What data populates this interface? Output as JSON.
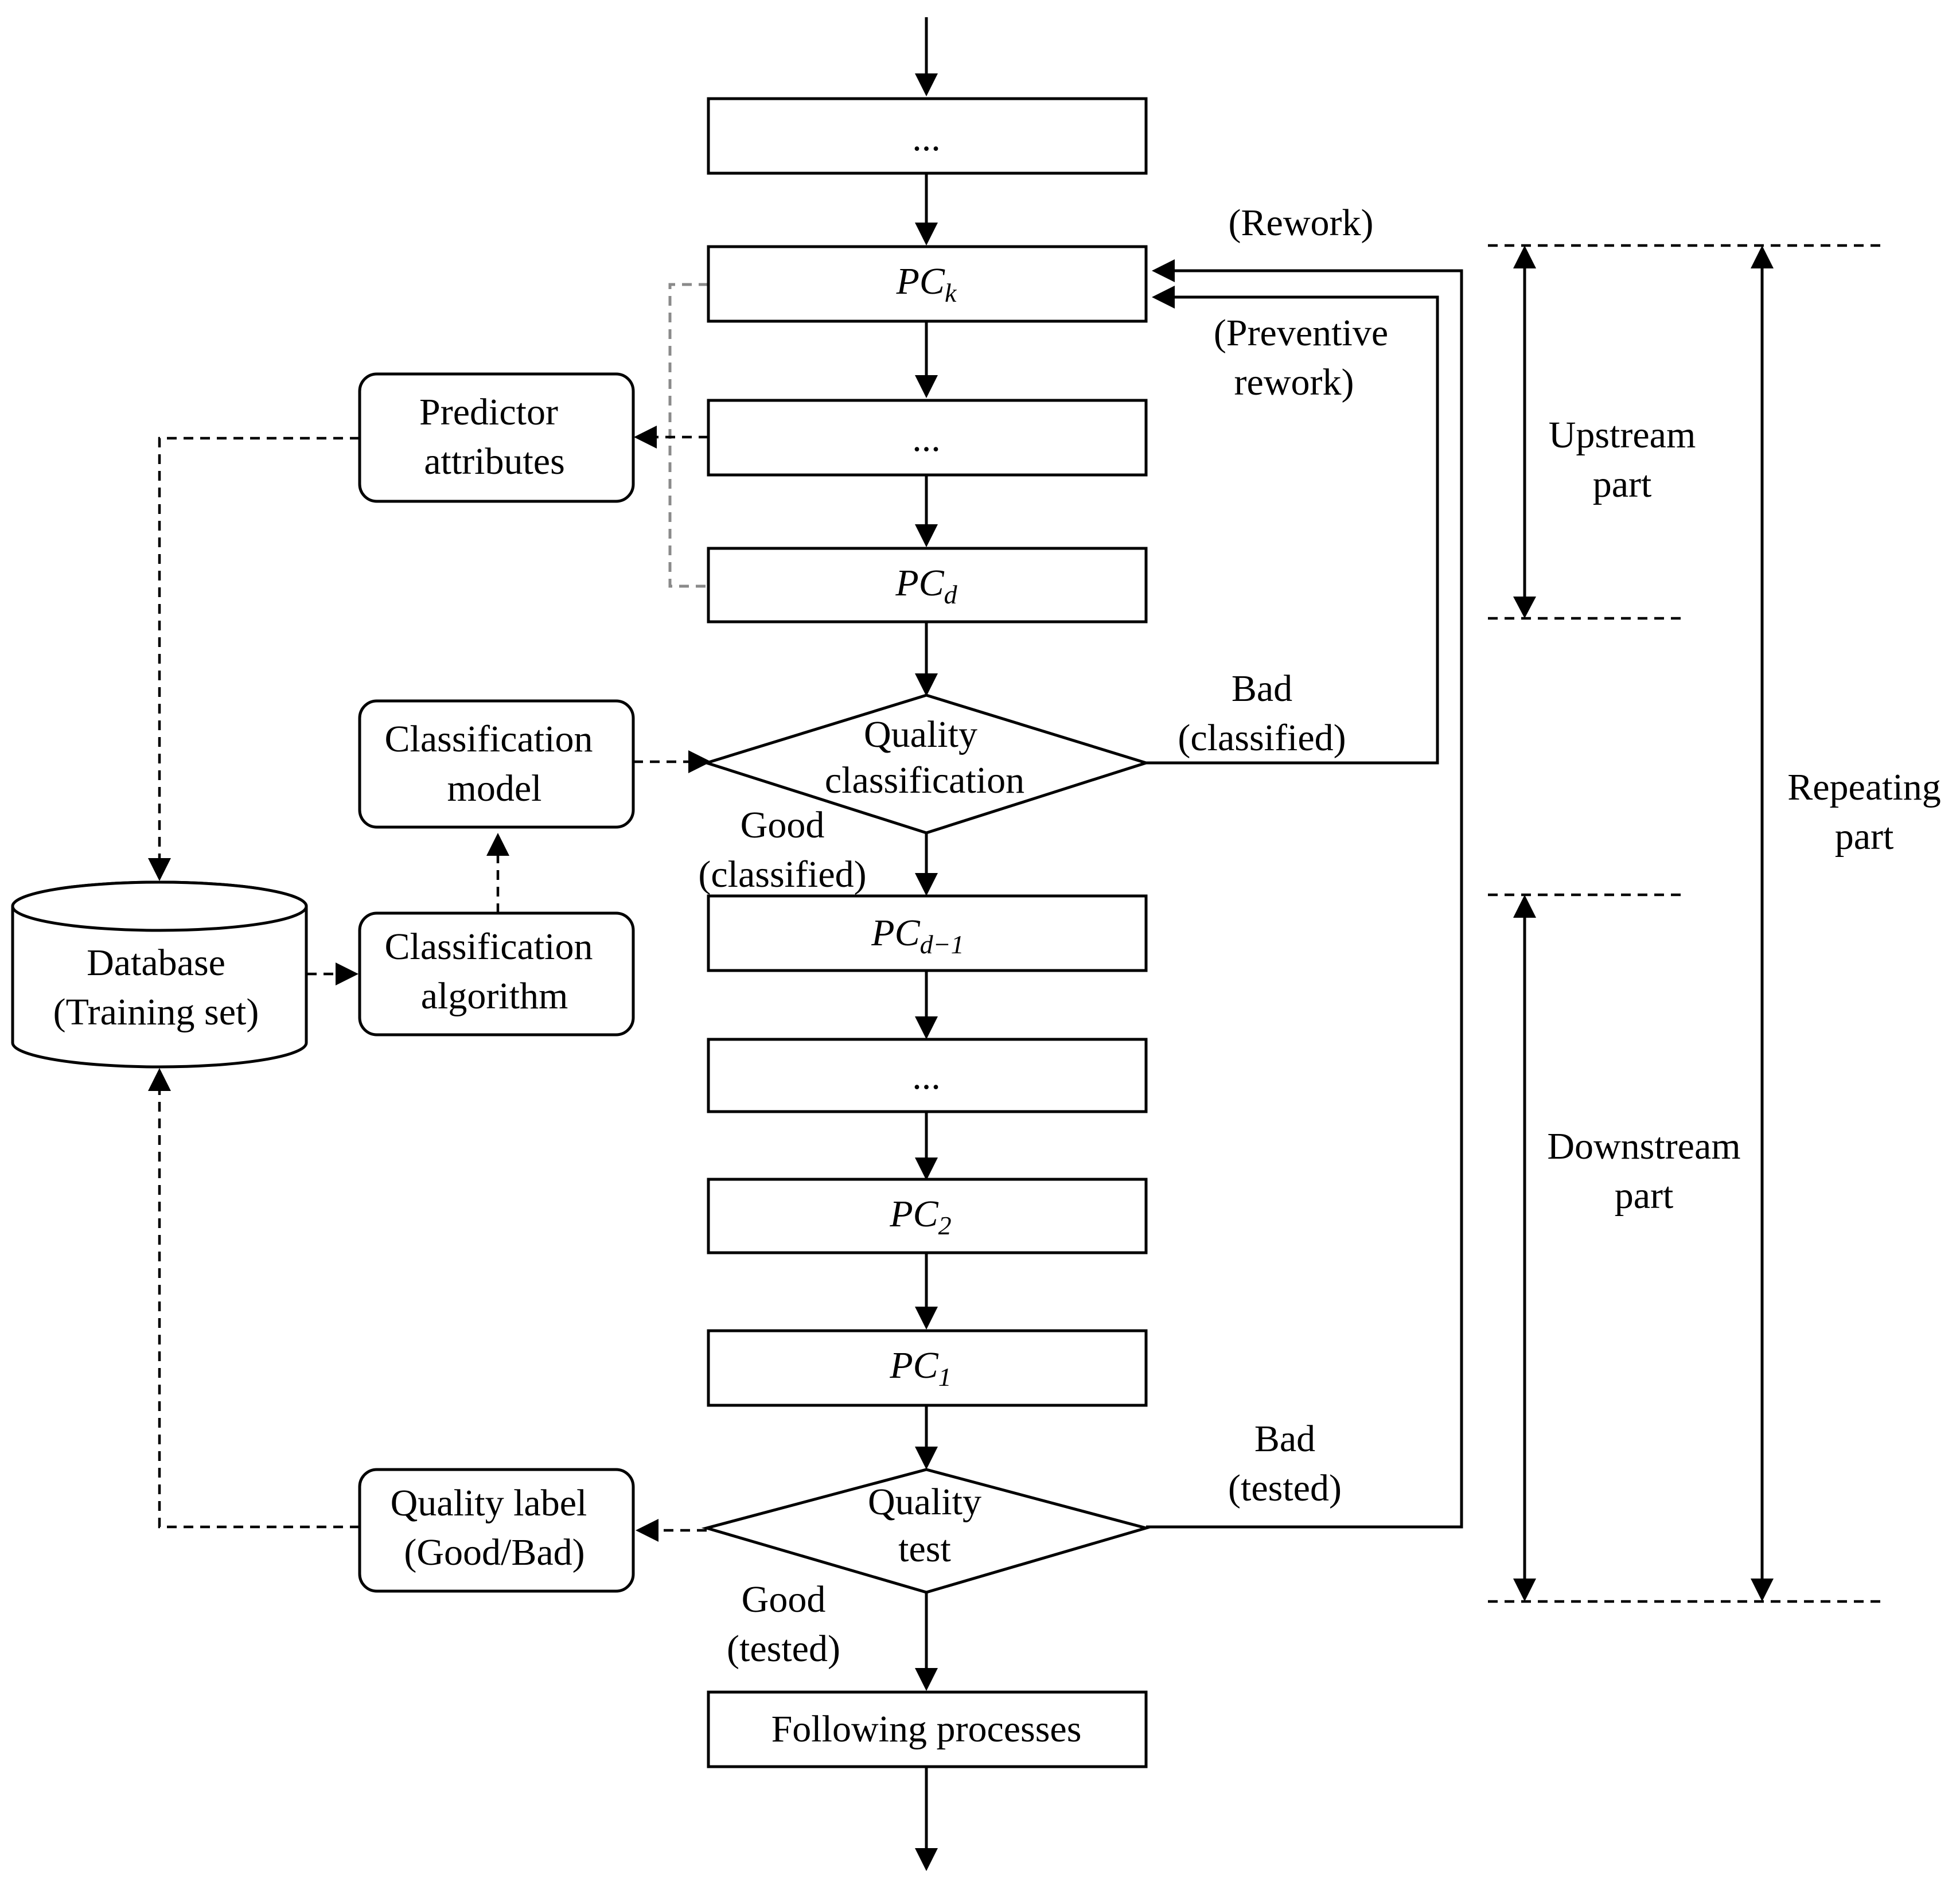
{
  "process_chain": {
    "top_box": "...",
    "pc_k": {
      "base": "PC",
      "sub": "k"
    },
    "mid_box_1": "...",
    "pc_d": {
      "base": "PC",
      "sub": "d"
    },
    "quality_classification": [
      "Quality",
      "classification"
    ],
    "pc_d_minus_1": {
      "base": "PC",
      "sub": "d−1"
    },
    "mid_box_2": "...",
    "pc_2": {
      "base": "PC",
      "sub": "2"
    },
    "pc_1": {
      "base": "PC",
      "sub": "1"
    },
    "quality_test": [
      "Quality",
      "test"
    ],
    "following": "Following processes"
  },
  "learning": {
    "predictor": [
      "Predictor",
      "attributes"
    ],
    "model": [
      "Classification",
      "model"
    ],
    "algorithm": [
      "Classification",
      "algorithm"
    ],
    "database": [
      "Database",
      "(Training set)"
    ],
    "quality_label": [
      "Quality label",
      "(Good/Bad)"
    ]
  },
  "edge_labels": {
    "rework": "(Rework)",
    "preventive_rework": [
      "(Preventive",
      "rework)"
    ],
    "bad_classified": [
      "Bad",
      "(classified)"
    ],
    "good_classified": [
      "Good",
      "(classified)"
    ],
    "bad_tested": [
      "Bad",
      "(tested)"
    ],
    "good_tested": [
      "Good",
      "(tested)"
    ]
  },
  "parts": {
    "upstream": [
      "Upstream",
      "part"
    ],
    "downstream": [
      "Downstream",
      "part"
    ],
    "repeating": [
      "Repeating",
      "part"
    ]
  }
}
